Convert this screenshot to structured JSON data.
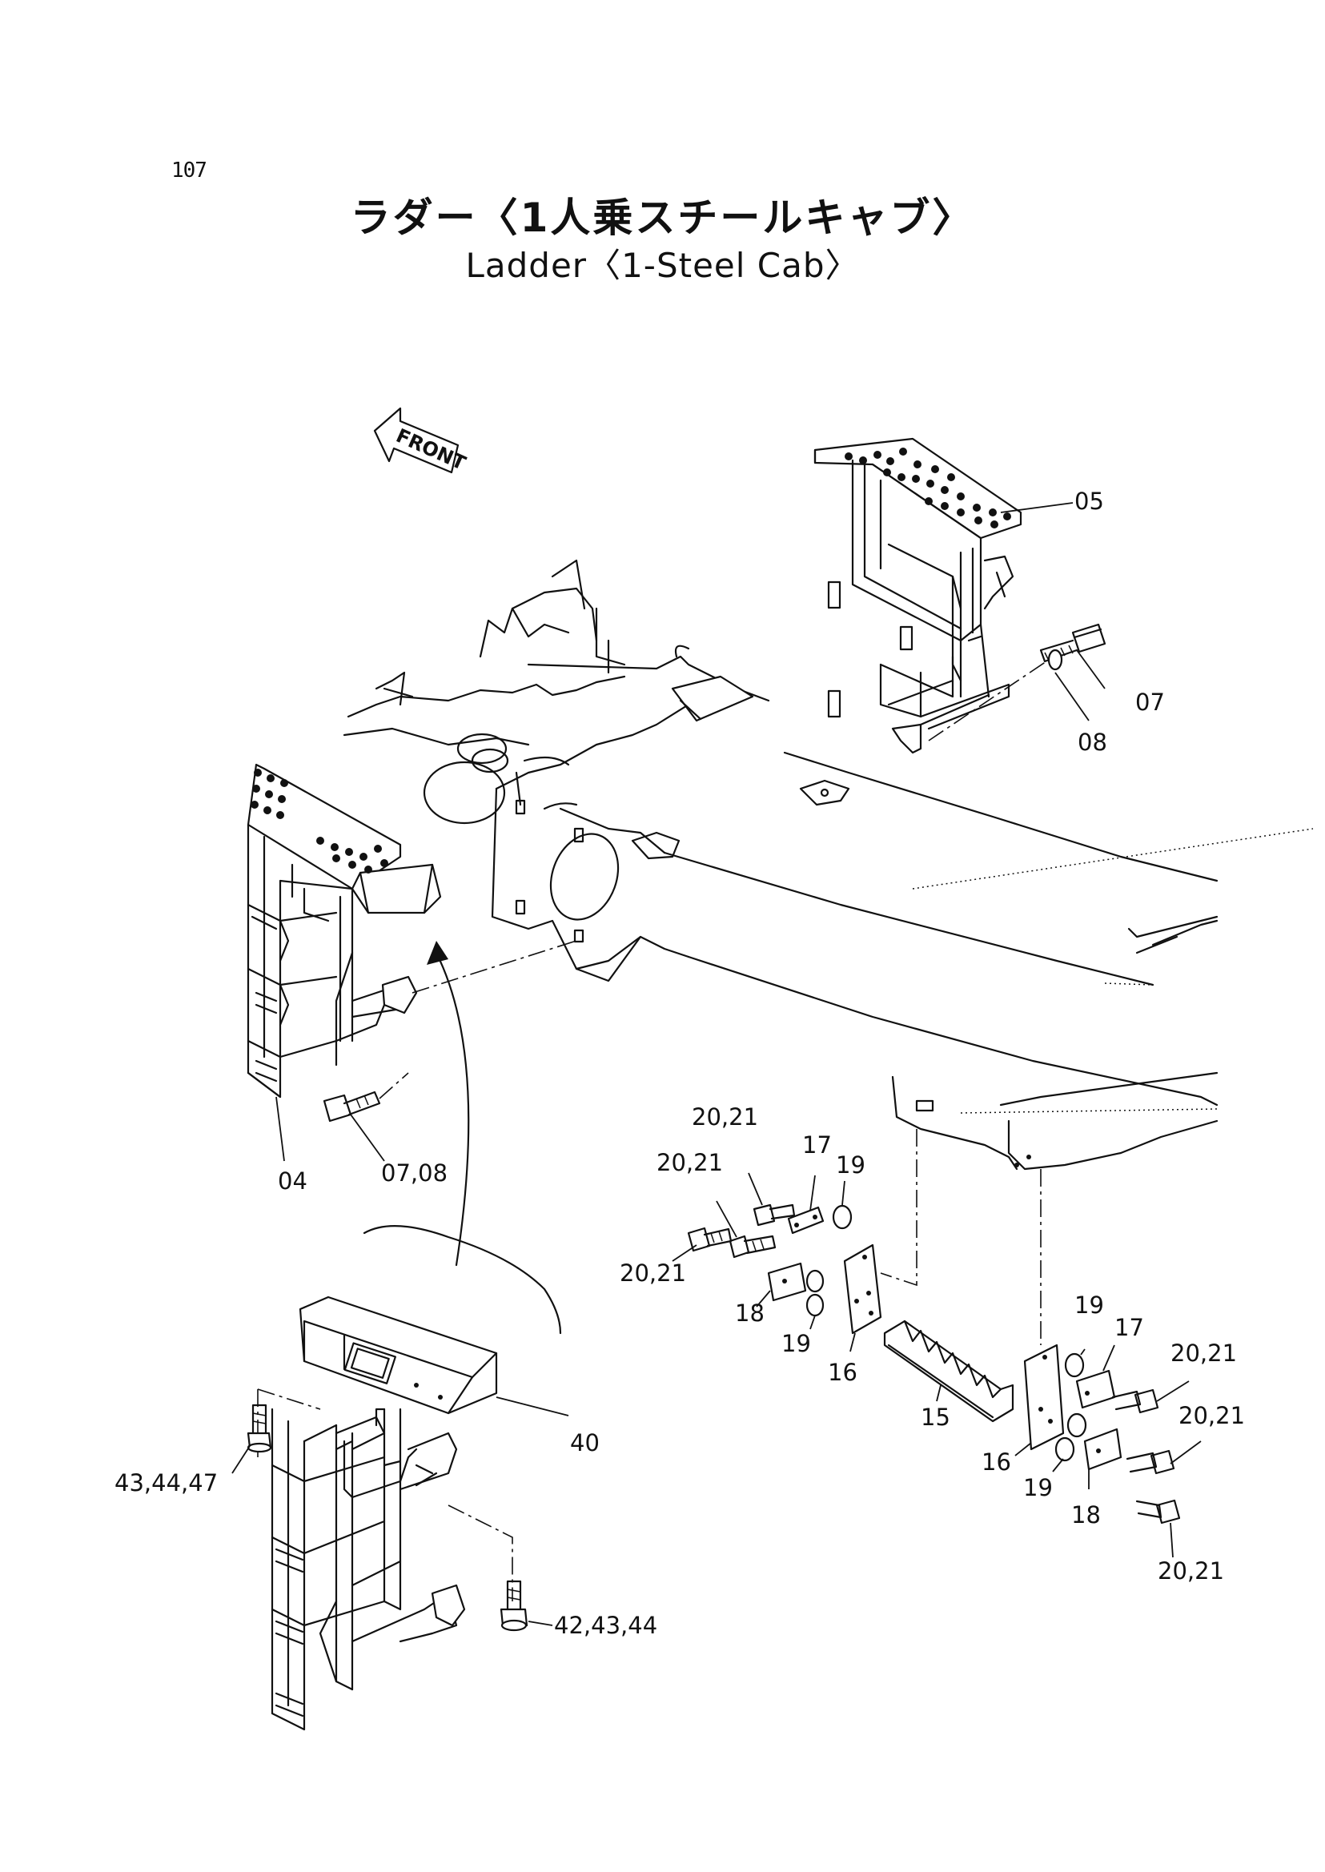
{
  "page_number": "107",
  "title": {
    "japanese": "ラダー〈1人乗スチールキャブ〉",
    "english": "Ladder〈1-Steel Cab〉"
  },
  "front_arrow_label": "FRONT",
  "callouts": {
    "c05": "05",
    "c07": "07",
    "c08": "08",
    "c04": "04",
    "c0708": "07,08",
    "c2021a": "20,21",
    "c2021b": "20,21",
    "c2021c": "20,21",
    "c17a": "17",
    "c19a": "19",
    "c18a": "18",
    "c19b": "19",
    "c16a": "16",
    "c15": "15",
    "c19c": "19",
    "c17b": "17",
    "c2021d": "20,21",
    "c2021e": "20,21",
    "c16b": "16",
    "c19d": "19",
    "c18b": "18",
    "c2021f": "20,21",
    "c40": "40",
    "c434447": "43,44,47",
    "c424344": "42,43,44"
  }
}
